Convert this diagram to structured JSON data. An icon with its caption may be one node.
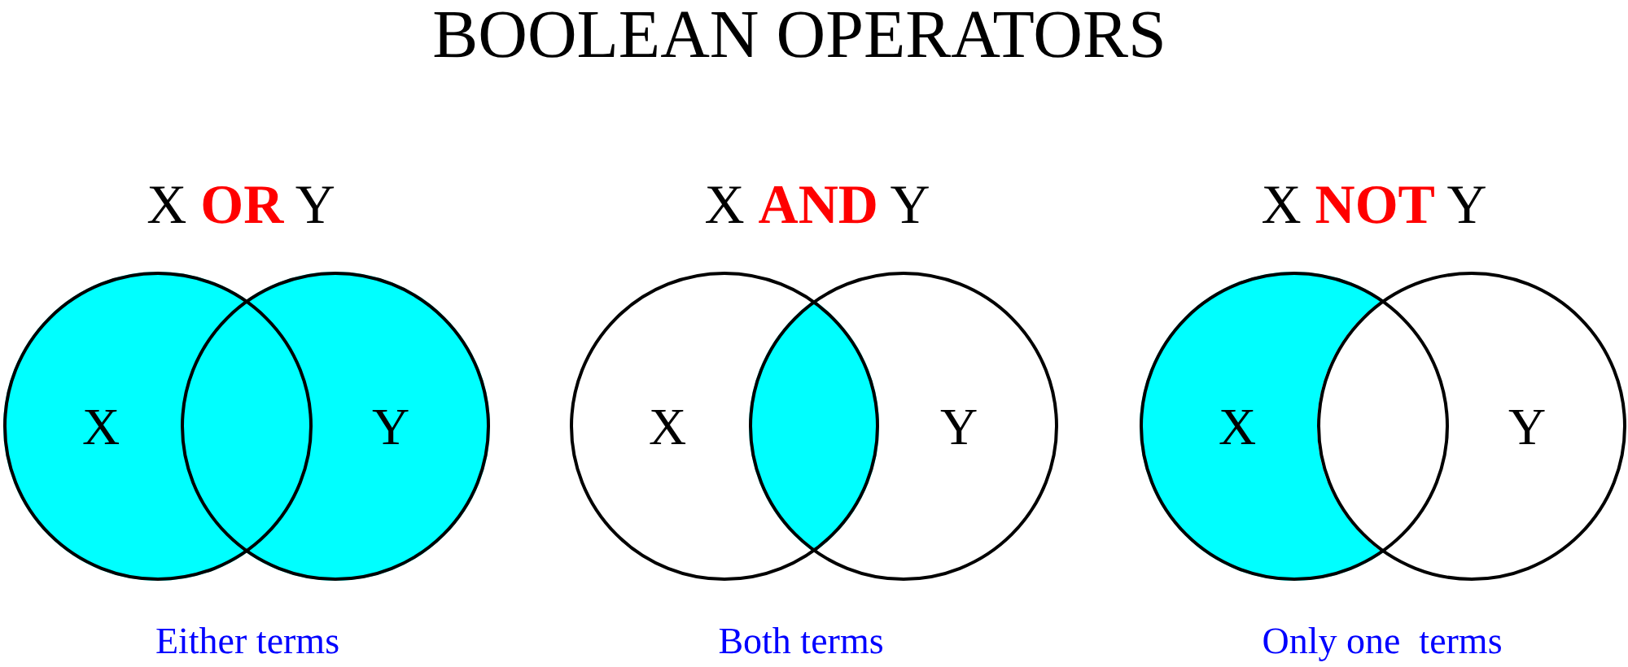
{
  "diagram": {
    "title": "BOOLEAN OPERATORS",
    "nodes": [
      {
        "text": [
          "X"
        ]
      },
      {
        "text": [
          "Y"
        ]
      },
      {
        "text": [
          "X"
        ]
      },
      {
        "text": [
          "Y"
        ]
      },
      {
        "text": [
          "X"
        ]
      },
      {
        "text": [
          "Y"
        ]
      }
    ],
    "labels": [
      "X **OR** Y",
      "X **AND** Y",
      "X **NOT** Y",
      "Either terms",
      "Both terms",
      "Only one  terms"
    ]
  }
}
